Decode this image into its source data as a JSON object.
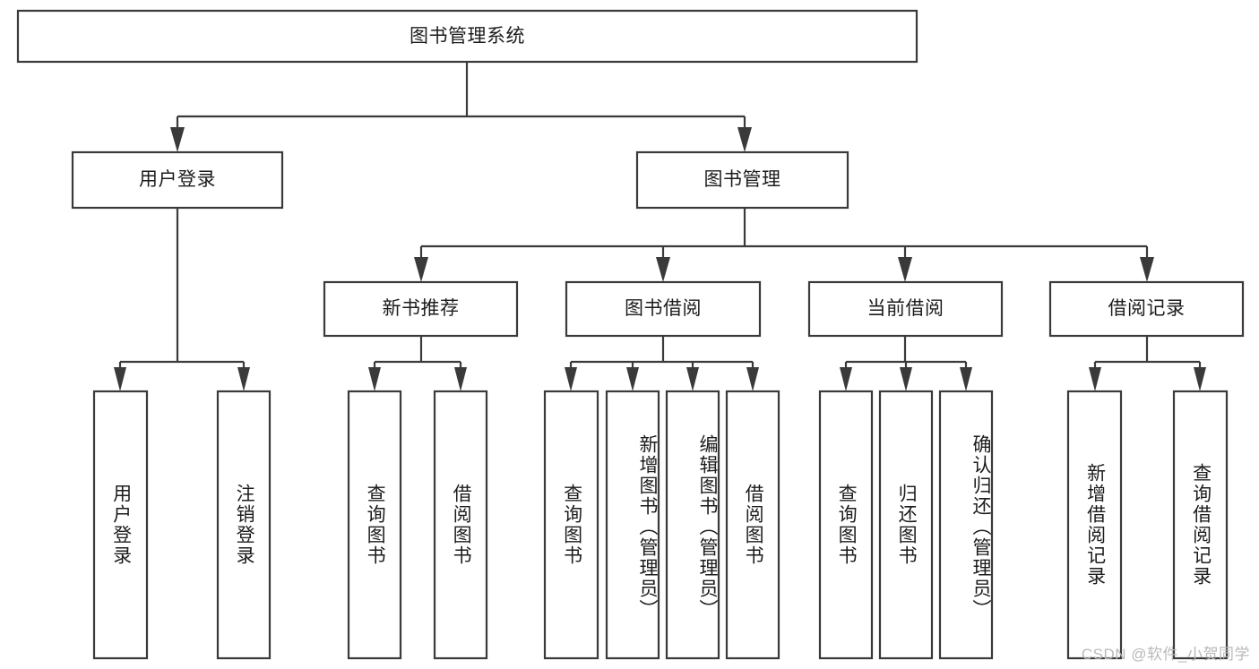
{
  "diagram": {
    "type": "tree",
    "title": "图书管理系统",
    "watermark": "CSDN @软件_小贺同学",
    "colors": {
      "stroke": "#3a3a3a",
      "fill": "#ffffff",
      "text": "#1c1c1c",
      "watermark": "#b9b9b9"
    },
    "levels": {
      "root": "图书管理系统",
      "level2": [
        "用户登录",
        "图书管理"
      ],
      "level3": [
        "新书推荐",
        "图书借阅",
        "当前借阅",
        "借阅记录"
      ]
    },
    "nodes": {
      "root": {
        "label": "图书管理系统"
      },
      "user_login": {
        "label": "用户登录"
      },
      "book_manage": {
        "label": "图书管理"
      },
      "new_book_rec": {
        "label": "新书推荐"
      },
      "book_borrow": {
        "label": "图书借阅"
      },
      "current_borrow": {
        "label": "当前借阅"
      },
      "borrow_record": {
        "label": "借阅记录"
      },
      "leaf_user_login": {
        "label": "用户登录"
      },
      "leaf_logout": {
        "label": "注销登录"
      },
      "leaf_query_book_a": {
        "label": "查询图书"
      },
      "leaf_borrow_book_a": {
        "label": "借阅图书"
      },
      "leaf_query_book_b": {
        "label": "查询图书"
      },
      "leaf_add_book": {
        "label": "新增图书（管理员）"
      },
      "leaf_edit_book": {
        "label": "编辑图书（管理员）"
      },
      "leaf_borrow_book_b": {
        "label": "借阅图书"
      },
      "leaf_query_book_c": {
        "label": "查询图书"
      },
      "leaf_return_book": {
        "label": "归还图书"
      },
      "leaf_confirm_return": {
        "label": "确认归还（管理员）"
      },
      "leaf_add_record": {
        "label": "新增借阅记录"
      },
      "leaf_query_record": {
        "label": "查询借阅记录"
      }
    },
    "edges": [
      {
        "from": "root",
        "to": "user_login"
      },
      {
        "from": "root",
        "to": "book_manage"
      },
      {
        "from": "user_login",
        "to": "leaf_user_login"
      },
      {
        "from": "user_login",
        "to": "leaf_logout"
      },
      {
        "from": "book_manage",
        "to": "new_book_rec"
      },
      {
        "from": "book_manage",
        "to": "book_borrow"
      },
      {
        "from": "book_manage",
        "to": "current_borrow"
      },
      {
        "from": "book_manage",
        "to": "borrow_record"
      },
      {
        "from": "new_book_rec",
        "to": "leaf_query_book_a"
      },
      {
        "from": "new_book_rec",
        "to": "leaf_borrow_book_a"
      },
      {
        "from": "book_borrow",
        "to": "leaf_query_book_b"
      },
      {
        "from": "book_borrow",
        "to": "leaf_add_book"
      },
      {
        "from": "book_borrow",
        "to": "leaf_edit_book"
      },
      {
        "from": "book_borrow",
        "to": "leaf_borrow_book_b"
      },
      {
        "from": "current_borrow",
        "to": "leaf_query_book_c"
      },
      {
        "from": "current_borrow",
        "to": "leaf_return_book"
      },
      {
        "from": "current_borrow",
        "to": "leaf_confirm_return"
      },
      {
        "from": "borrow_record",
        "to": "leaf_add_record"
      },
      {
        "from": "borrow_record",
        "to": "leaf_query_record"
      }
    ]
  }
}
